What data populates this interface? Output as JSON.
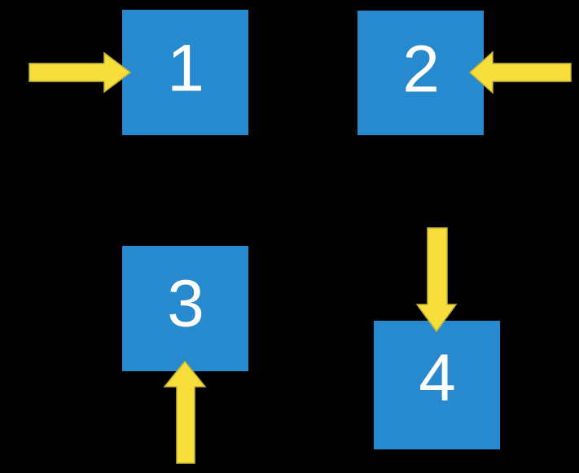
{
  "canvas": {
    "background": "#000000"
  },
  "colors": {
    "square": "#2789CE",
    "arrow": "#F7DE3B",
    "arrow_border": "#C2B239",
    "label": "#FFFFFF"
  },
  "squares": [
    {
      "label": "1",
      "arrow_direction": "right",
      "arrow_side": "left"
    },
    {
      "label": "2",
      "arrow_direction": "left",
      "arrow_side": "right"
    },
    {
      "label": "3",
      "arrow_direction": "up",
      "arrow_side": "bottom"
    },
    {
      "label": "4",
      "arrow_direction": "down",
      "arrow_side": "top"
    }
  ]
}
